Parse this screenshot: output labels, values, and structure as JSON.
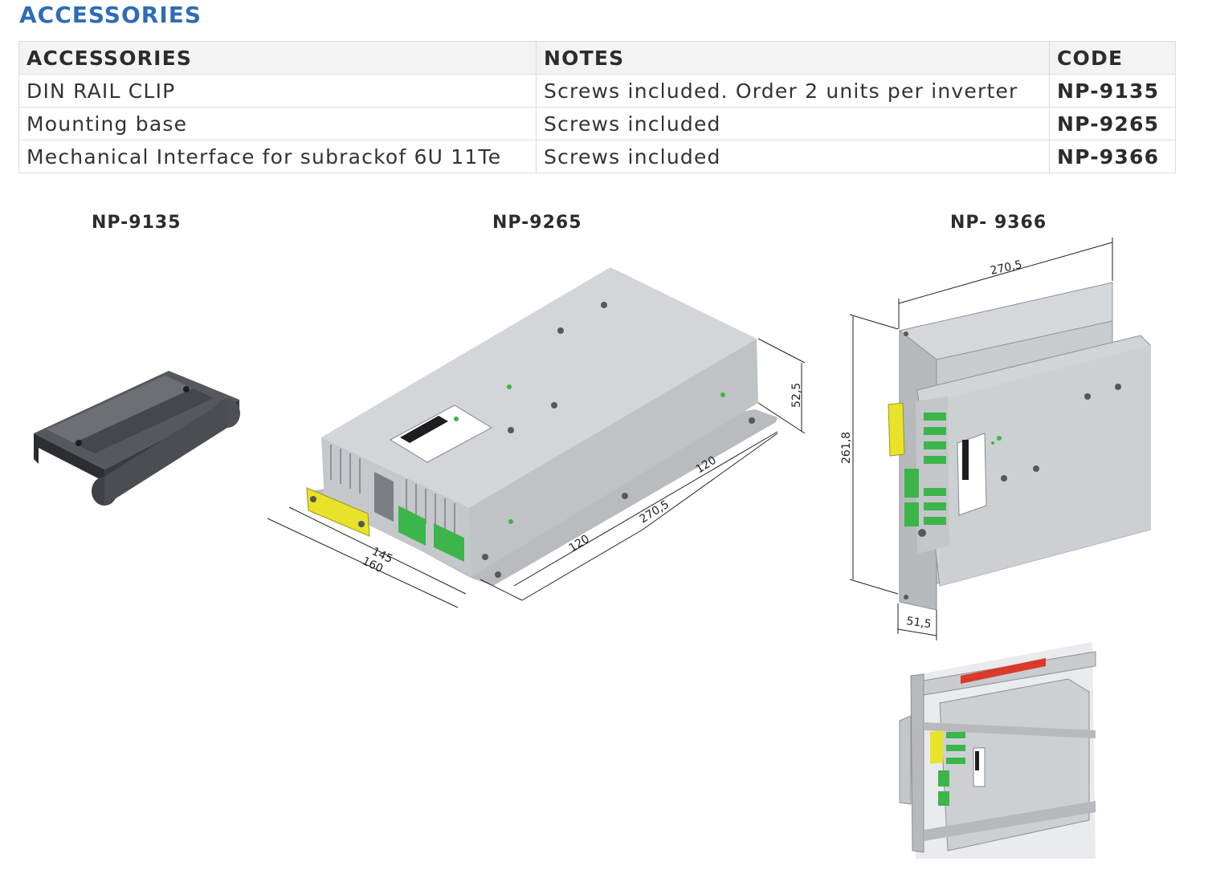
{
  "section_title": "ACCESSORIES",
  "colors": {
    "title": "#2f6db3",
    "header_bg": "#f3f3f3",
    "border": "#dcdcdc",
    "metal": "#c9cccf",
    "connector": "#3cb54a",
    "plate": "#e8e22a",
    "rail_bar": "#d93a2b"
  },
  "table": {
    "headers": [
      "ACCESSORIES",
      "NOTES",
      "CODE"
    ],
    "rows": [
      {
        "accessory": "DIN RAIL CLIP",
        "notes": "Screws included. Order 2 units per inverter",
        "code": "NP-9135"
      },
      {
        "accessory": "Mounting base",
        "notes": "Screws included",
        "code": "NP-9265"
      },
      {
        "accessory": "Mechanical Interface for subrackof 6U 11Te",
        "notes": "Screws included",
        "code": "NP-9366"
      }
    ]
  },
  "products": {
    "p1": {
      "label": "NP-9135",
      "icon": "din-rail-clip"
    },
    "p2": {
      "label": "NP-9265",
      "icon": "mounting-base-inverter",
      "dims": {
        "height": "52,5",
        "width_a": "145",
        "width_b": "160",
        "hole_a": "120",
        "hole_b": "120",
        "length": "270,5"
      }
    },
    "p3": {
      "label": "NP- 9366",
      "icon": "subrack-interface",
      "dims": {
        "length": "270,5",
        "height": "261,8",
        "depth": "51,5"
      }
    }
  }
}
